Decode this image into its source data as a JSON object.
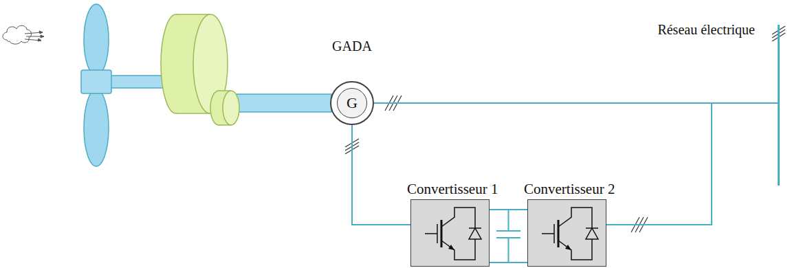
{
  "diagram": {
    "nodes": [
      {
        "text": [
          "GADA",
          "G"
        ]
      },
      {
        "text": [
          "Réseau électrique"
        ]
      },
      {
        "text": [
          "Convertisseur 1"
        ]
      },
      {
        "text": [
          "Convertisseur 2"
        ]
      }
    ],
    "edges": [
      {
        "from": 0,
        "to": 1,
        "arrow": "none"
      },
      {
        "from": 0,
        "to": 2,
        "arrow": "none"
      },
      {
        "from": 2,
        "to": 3,
        "arrow": "none"
      },
      {
        "from": 3,
        "to": 1,
        "arrow": "none"
      }
    ]
  }
}
